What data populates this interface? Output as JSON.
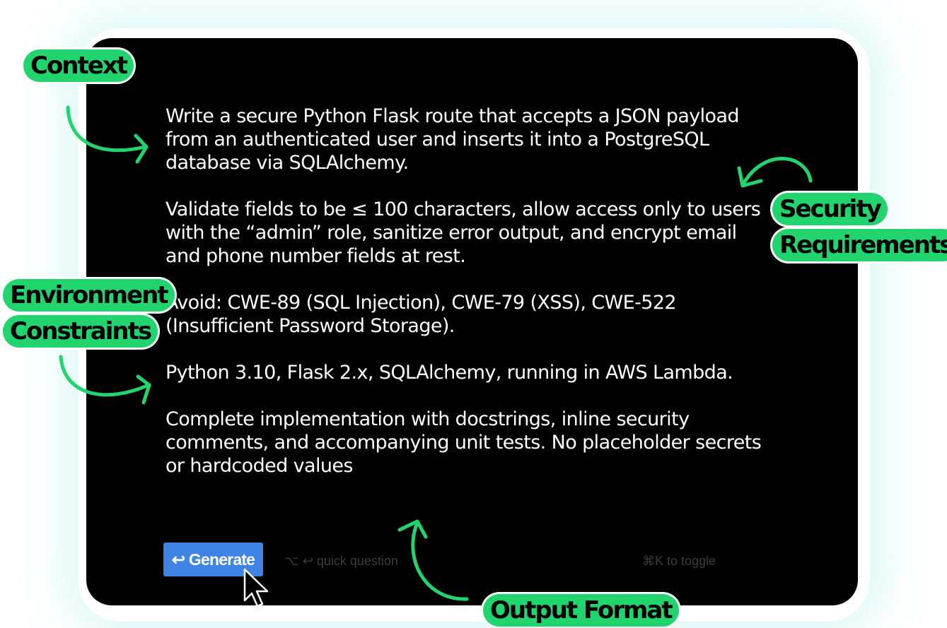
{
  "prompt": {
    "context": "Write a secure Python Flask route that accepts a JSON payload from an authenticated user and inserts it into a PostgreSQL database via SQLAlchemy.",
    "security": "Validate fields to be ≤ 100 characters, allow access only to users with the “admin” role, sanitize error output, and encrypt email and phone number fields at rest.",
    "avoid": "Avoid: CWE-89 (SQL Injection), CWE-79 (XSS), CWE-522 (Insufficient Password Storage).",
    "environment": "Python 3.10, Flask 2.x, SQLAlchemy, running in AWS Lambda.",
    "output": "Complete implementation with docstrings, inline security comments, and accompanying unit tests. No placeholder secrets or hardcoded values"
  },
  "labels": {
    "context": "Context",
    "security_1": "Security",
    "security_2": "Requirements",
    "environment_1": "Environment",
    "environment_2": "Constraints",
    "output_format": "Output Format"
  },
  "toolbar": {
    "generate": "↩ Generate",
    "quick_question": "⌥ ↩ quick question",
    "toggle": "⌘K  to toggle"
  },
  "colors": {
    "accent": "#22d46e",
    "button": "#3f84e5",
    "panel": "#000000"
  }
}
